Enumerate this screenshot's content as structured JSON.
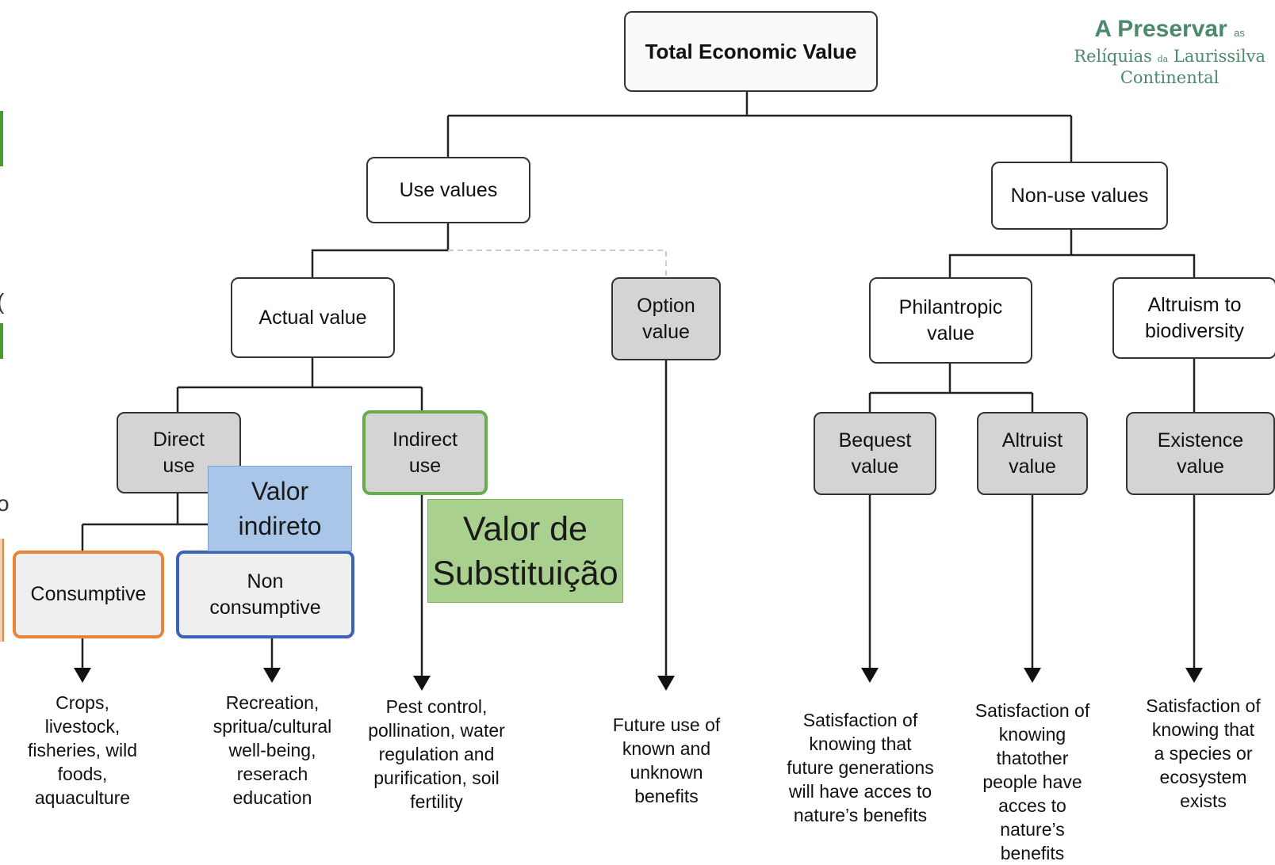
{
  "logo": {
    "line1": "A Preservar",
    "line1_small": "as",
    "line2a": "Relíquias",
    "line2_small": "da",
    "line2b": "Laurissilva",
    "line3": "Continental"
  },
  "nodes": {
    "total": "Total Economic Value",
    "use": "Use values",
    "nonuse": "Non-use values",
    "actual": "Actual value",
    "option": "Option\nvalue",
    "philantropic": "Philantropic\nvalue",
    "altruism_bio": "Altruism to\nbiodiversity",
    "direct": "Direct\nuse",
    "indirect": "Indirect\nuse",
    "bequest": "Bequest\nvalue",
    "altruist": "Altruist\nvalue",
    "existence": "Existence\nvalue",
    "consumptive": "Consumptive",
    "nonconsumptive": "Non\nconsumptive"
  },
  "overlays": {
    "valor_indireto": "Valor\nindireto",
    "valor_substituicao": "Valor de\nSubstituição"
  },
  "descriptions": {
    "consumptive": "Crops,\nlivestock,\nfisheries, wild\nfoods,\naquaculture",
    "nonconsumptive": "Recreation,\nspritua/cultural\nwell-being,\nreserach\neducation",
    "indirect": "Pest control,\npollination, water\nregulation and\npurification, soil\nfertility",
    "option": "Future use of\nknown and\nunknown\nbenefits",
    "bequest": "Satisfaction of\nknowing that\nfuture generations\nwill have acces to\nnature’s benefits",
    "altruist": "Satisfaction of\nknowing\nthatother\npeople have\nacces to\nnature’s\nbenefits",
    "existence": "Satisfaction of\nknowing that\na species or\necosystem\nexists"
  },
  "edge_fragments": {
    "a": "(",
    "b": "o"
  },
  "colors": {
    "orange": "#e8833a",
    "blue": "#3a63b8",
    "green": "#6aab4a",
    "overlay_blue": "#a9c6e8",
    "overlay_green": "#a9d08e",
    "grey_box": "#d4d4d4"
  }
}
